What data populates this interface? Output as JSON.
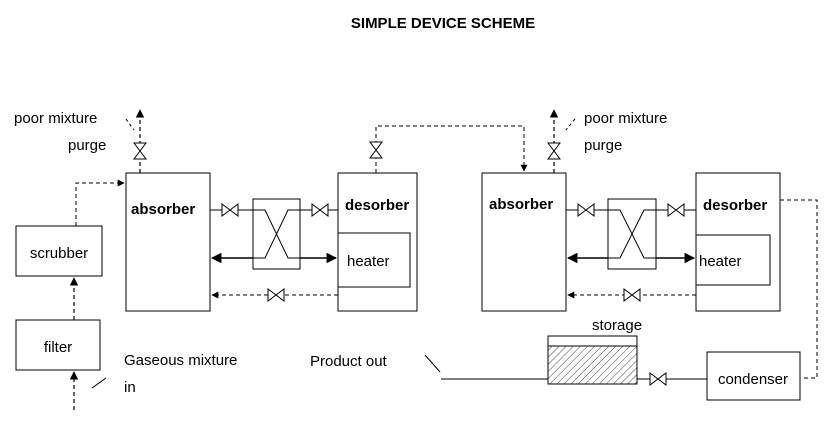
{
  "title": "SIMPLE DEVICE SCHEME",
  "labels": {
    "poor_mixture": "poor mixture",
    "purge": "purge",
    "absorber": "absorber",
    "desorber": "desorber",
    "heater": "heater",
    "scrubber": "scrubber",
    "filter": "filter",
    "gaseous_mixture": "Gaseous mixture",
    "in": "in",
    "product_out": "Product out",
    "storage": "storage",
    "condenser": "condenser"
  },
  "colors": {
    "line": "#000000",
    "background": "#ffffff"
  },
  "icons": {
    "valve": "bowtie-valve-icon",
    "heat_exchanger": "crossed-heat-exchanger-icon"
  }
}
